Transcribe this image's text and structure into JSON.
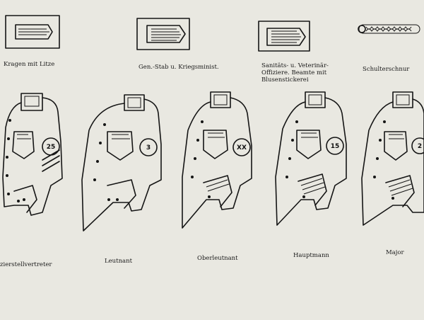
{
  "top_row": [
    {
      "caption": "Kragen mit Litze"
    },
    {
      "caption": "Gen.-Stab u. Kriegsminist."
    },
    {
      "caption": "Sanitäts- u. Veterinär-Offiziere. Beamte mit Blusenstickerei"
    },
    {
      "caption": "Schulterschnur"
    }
  ],
  "tunics": [
    {
      "caption": "zierstellvertreter",
      "sleeve_number": "25"
    },
    {
      "caption": "Leutnant",
      "sleeve_number": "3"
    },
    {
      "caption": "Oberleutnant",
      "sleeve_number": "XX"
    },
    {
      "caption": "Hauptmann",
      "sleeve_number": "15"
    },
    {
      "caption": "Major",
      "sleeve_number": "2"
    }
  ]
}
